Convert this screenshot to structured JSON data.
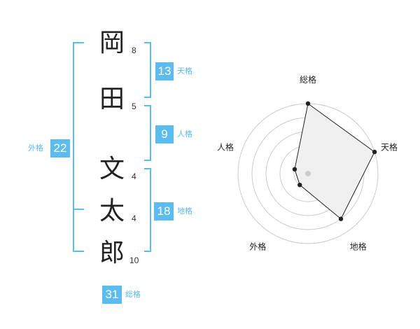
{
  "name_chars": [
    {
      "char": "岡",
      "strokes": "8"
    },
    {
      "char": "田",
      "strokes": "5"
    },
    {
      "char": "文",
      "strokes": "4"
    },
    {
      "char": "太",
      "strokes": "4"
    },
    {
      "char": "郎",
      "strokes": "10"
    }
  ],
  "fortunes": {
    "tenkaku": {
      "value": "13",
      "label": "天格"
    },
    "jinkaku": {
      "value": "9",
      "label": "人格"
    },
    "chikaku": {
      "value": "18",
      "label": "地格"
    },
    "gaikaku": {
      "value": "22",
      "label": "外格"
    },
    "soukaku": {
      "value": "31",
      "label": "総格"
    }
  },
  "chart_data": {
    "type": "radar",
    "axes": [
      "総格",
      "天格",
      "地格",
      "外格",
      "人格"
    ],
    "rings": 5,
    "max": 5,
    "values": [
      5,
      5,
      4,
      1,
      1
    ],
    "colors": {
      "fill": "#f0f0f0",
      "stroke": "#222222",
      "ring": "#cccccc",
      "center": "#cccccc"
    }
  },
  "colors": {
    "accent": "#5bbcf0",
    "text": "#222222"
  }
}
